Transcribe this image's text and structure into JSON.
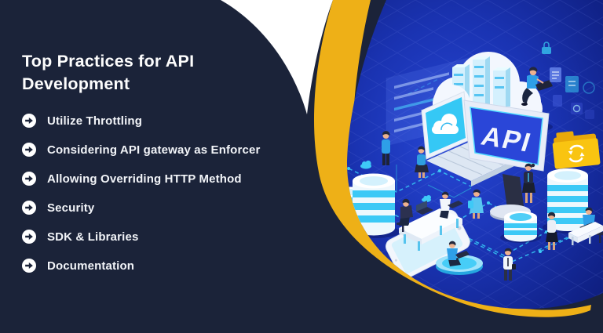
{
  "title": {
    "line1": "Top Practices for API",
    "line2": "Development"
  },
  "practices": [
    "Utilize Throttling",
    "Considering API gateway as Enforcer",
    "Allowing Overriding HTTP Method",
    "Security",
    "SDK & Libraries",
    "Documentation"
  ],
  "illustration": {
    "monitor_label": "API"
  },
  "colors": {
    "panel_navy": "#1b2339",
    "accent_yellow": "#eeb017",
    "blob_blue_center": "#2747d6",
    "blob_blue_edge": "#0c1a74",
    "accent_cyan": "#3ec9f7",
    "screen_blue": "#2a46d8",
    "text_white": "#f5f7fb"
  }
}
